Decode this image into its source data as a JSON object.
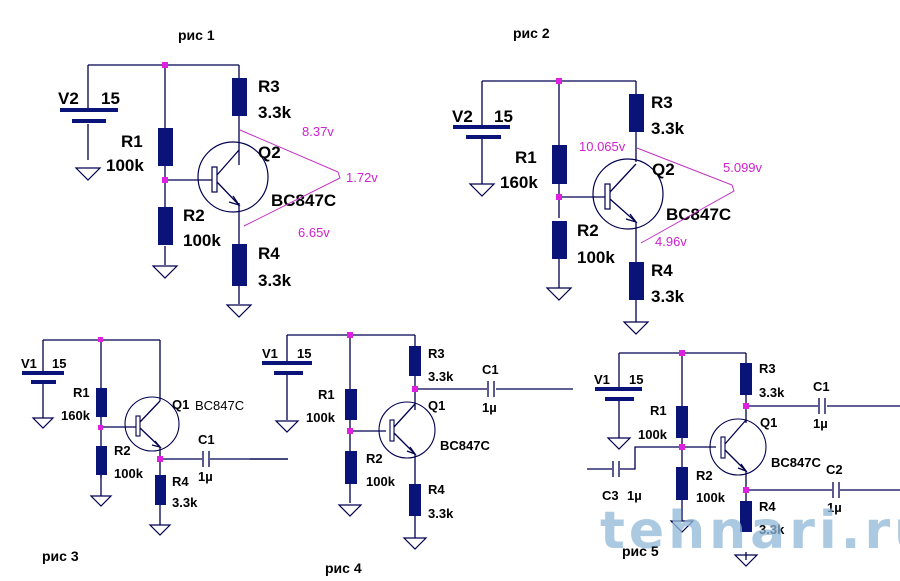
{
  "colors": {
    "wire": "#000050",
    "component": "#0a1478",
    "node": "#e020e0",
    "voltage": "#d020d0",
    "watermark": "#8fb8d8"
  },
  "watermark": "tehnari.ru",
  "figures": [
    {
      "caption": "рис 1",
      "supply": {
        "name": "V2",
        "value": "15"
      },
      "R1": {
        "name": "R1",
        "value": "100k"
      },
      "R2": {
        "name": "R2",
        "value": "100k"
      },
      "R3": {
        "name": "R3",
        "value": "3.3k"
      },
      "R4": {
        "name": "R4",
        "value": "3.3k"
      },
      "Q": {
        "name": "Q2",
        "model": "BC847C"
      },
      "voltages": {
        "collector": "8.37v",
        "ce": "1.72v",
        "emitter": "6.65v"
      }
    },
    {
      "caption": "рис 2",
      "supply": {
        "name": "V2",
        "value": "15"
      },
      "R1": {
        "name": "R1",
        "value": "160k"
      },
      "R2": {
        "name": "R2",
        "value": "100k"
      },
      "R3": {
        "name": "R3",
        "value": "3.3k"
      },
      "R4": {
        "name": "R4",
        "value": "3.3k"
      },
      "Q": {
        "name": "Q2",
        "model": "BC847C"
      },
      "voltages": {
        "collector": "10.065v",
        "ce": "5.099v",
        "emitter": "4.96v"
      }
    },
    {
      "caption": "рис 3",
      "supply": {
        "name": "V1",
        "value": "15"
      },
      "R1": {
        "name": "R1",
        "value": "160k"
      },
      "R2": {
        "name": "R2",
        "value": "100k"
      },
      "R4": {
        "name": "R4",
        "value": "3.3k"
      },
      "Q": {
        "name": "Q1",
        "model": "BC847C"
      },
      "C1": {
        "name": "C1",
        "value": "1µ"
      }
    },
    {
      "caption": "рис 4",
      "supply": {
        "name": "V1",
        "value": "15"
      },
      "R1": {
        "name": "R1",
        "value": "100k"
      },
      "R2": {
        "name": "R2",
        "value": "100k"
      },
      "R3": {
        "name": "R3",
        "value": "3.3k"
      },
      "R4": {
        "name": "R4",
        "value": "3.3k"
      },
      "Q": {
        "name": "Q1",
        "model": "BC847C"
      },
      "C1": {
        "name": "C1",
        "value": "1µ"
      }
    },
    {
      "caption": "рис 5",
      "supply": {
        "name": "V1",
        "value": "15"
      },
      "R1": {
        "name": "R1",
        "value": "100k"
      },
      "R2": {
        "name": "R2",
        "value": "100k"
      },
      "R3": {
        "name": "R3",
        "value": "3.3k"
      },
      "R4": {
        "name": "R4",
        "value": "3.3k"
      },
      "Q": {
        "name": "Q1",
        "model": "BC847C"
      },
      "C1": {
        "name": "C1",
        "value": "1µ"
      },
      "C2": {
        "name": "C2",
        "value": "1µ"
      },
      "C3": {
        "name": "C3",
        "value": "1µ"
      }
    }
  ]
}
